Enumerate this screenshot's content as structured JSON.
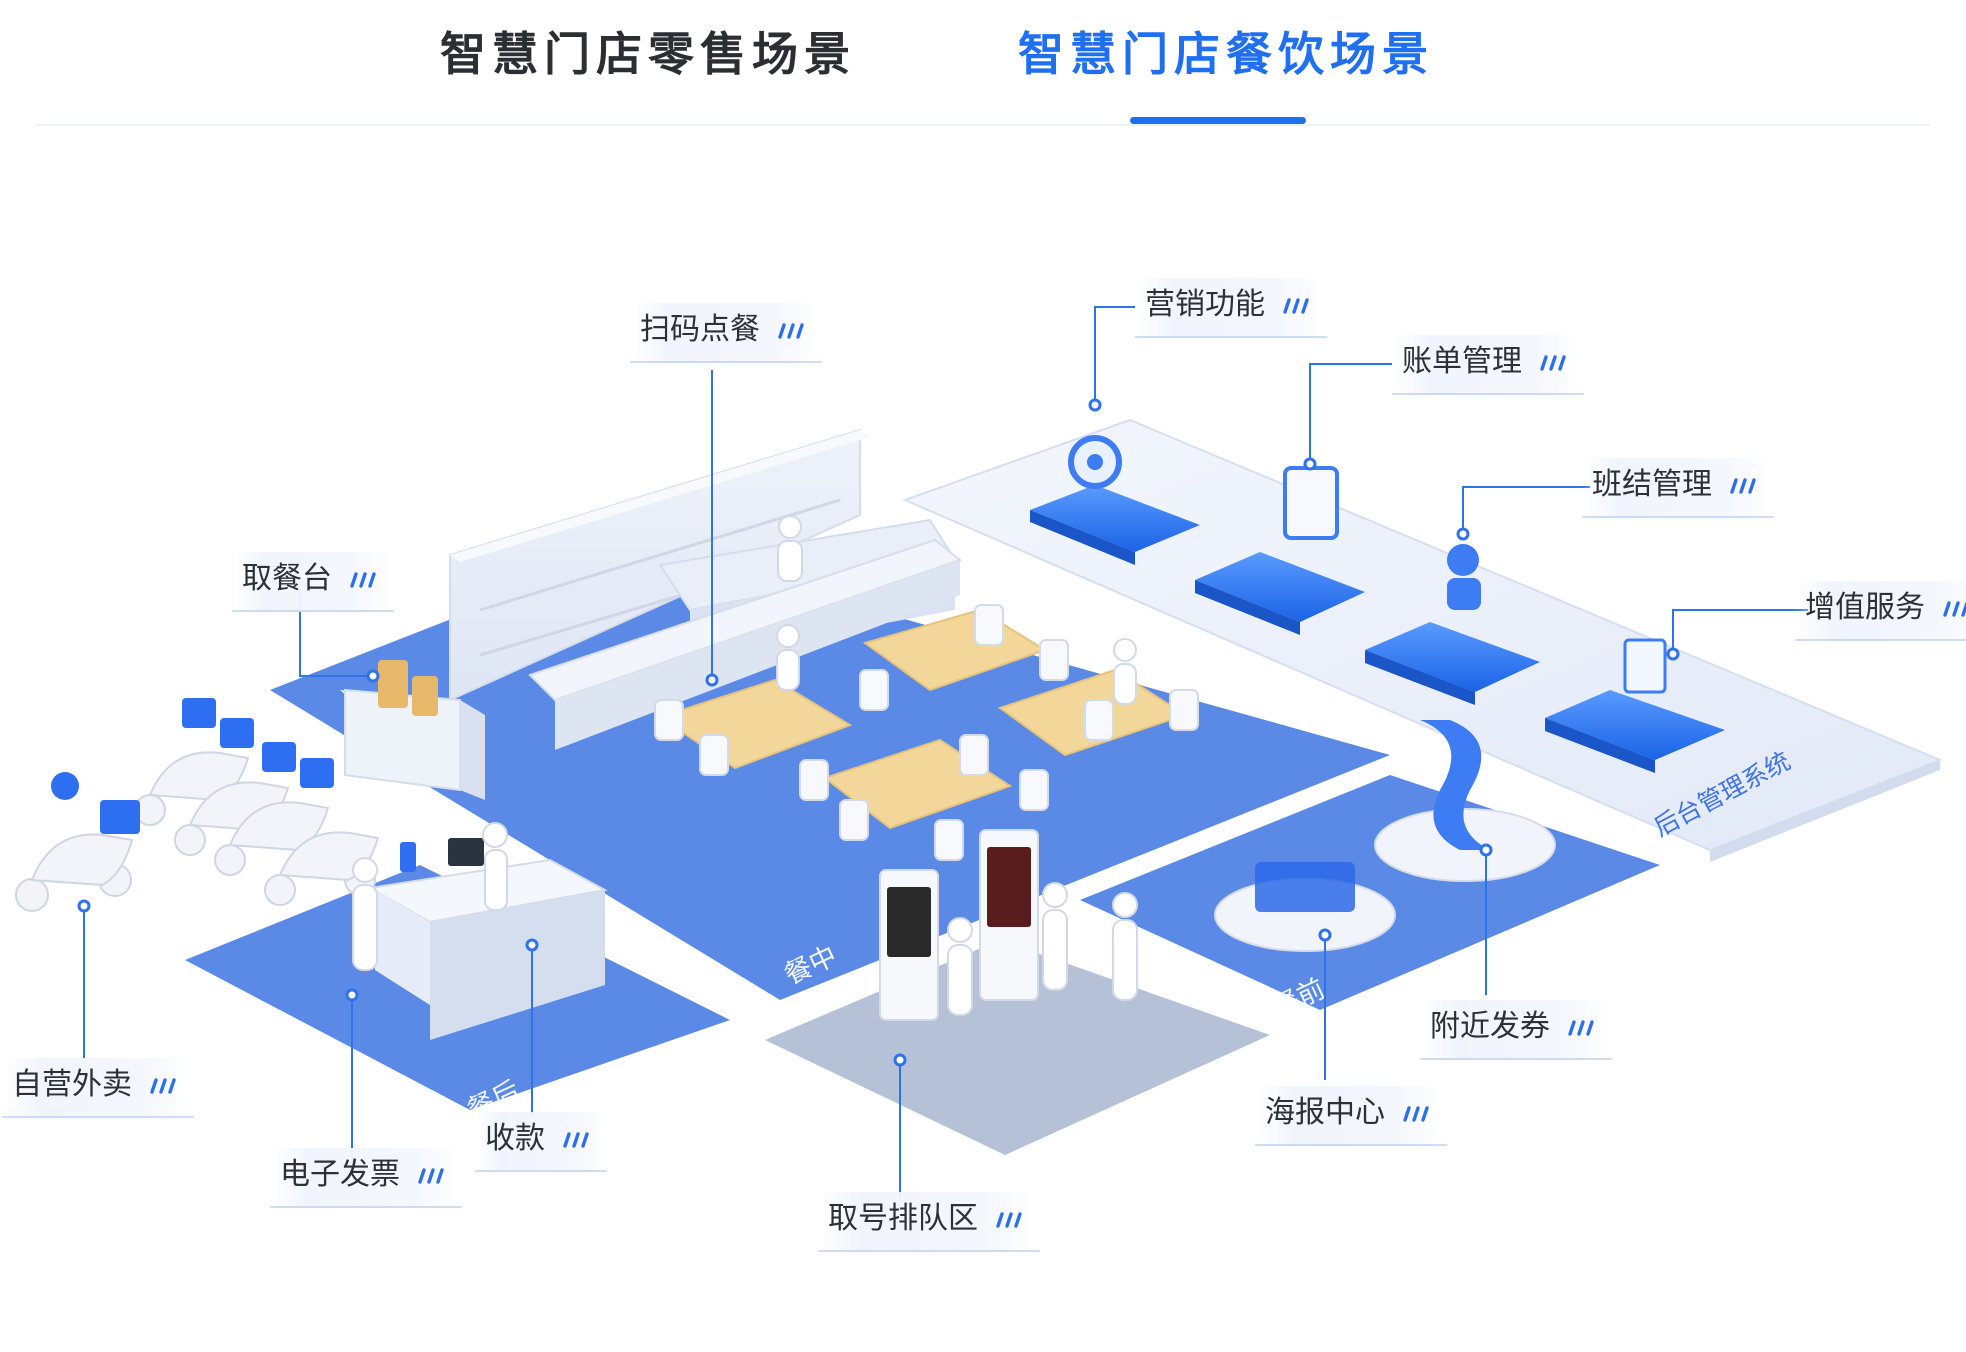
{
  "tabs": [
    {
      "label": "智慧门店零售场景",
      "active": false
    },
    {
      "label": "智慧门店餐饮场景",
      "active": true
    }
  ],
  "colors": {
    "accent": "#1f6ff0",
    "floor": "#5b8ae6",
    "queue_floor": "#b4c1d6",
    "backend_floor": "#e4eaf7",
    "callout_text": "#2c3038"
  },
  "callouts": {
    "marketing": "营销功能",
    "billing": "账单管理",
    "shift": "班结管理",
    "value_added": "增值服务",
    "scan_order": "扫码点餐",
    "pickup_counter": "取餐台",
    "self_delivery": "自营外卖",
    "e_invoice": "电子发票",
    "checkout": "收款",
    "queue": "取号排队区",
    "poster": "海报中心",
    "coupon": "附近发券"
  },
  "zones": {
    "before": "餐前",
    "during": "餐中",
    "after": "餐后",
    "backend": "后台管理系统"
  },
  "icons": {
    "callout_marker": "triple-slash-icon"
  }
}
